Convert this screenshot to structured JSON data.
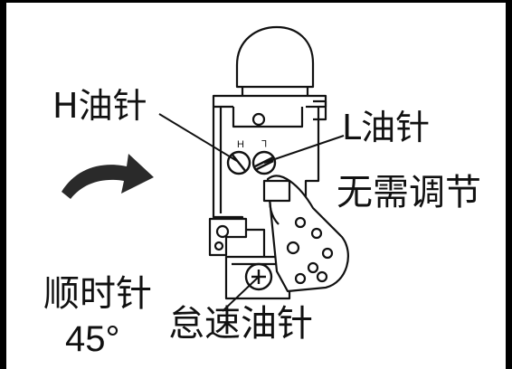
{
  "labels": {
    "h_needle": "H油针",
    "l_needle": "L油针",
    "no_adjust": "无需调节",
    "clockwise": "顺时针",
    "degrees": "45°",
    "idle_needle": "怠速油针"
  },
  "carb_markings": {
    "h": "H",
    "l": "L"
  },
  "colors": {
    "ink": "#111111",
    "frame": "#000000",
    "background": "#ffffff"
  },
  "icons": {
    "rotation_arrow": "curved-clockwise-arrow"
  }
}
